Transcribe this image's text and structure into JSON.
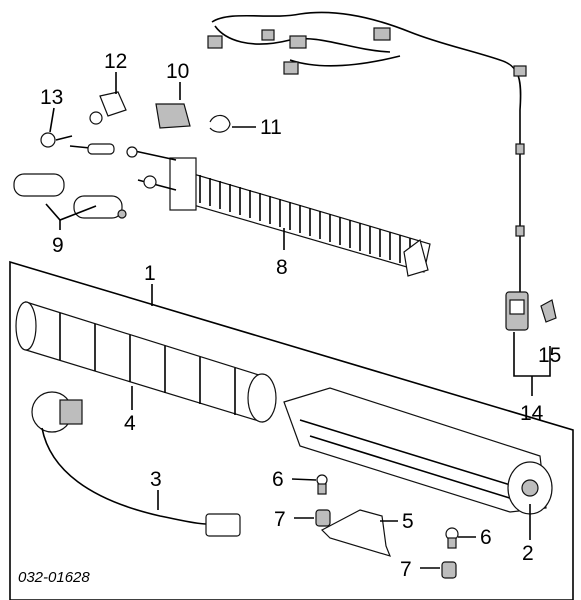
{
  "diagram": {
    "code": "032-01628",
    "callouts": [
      {
        "id": "c1",
        "text": "1"
      },
      {
        "id": "c2",
        "text": "2"
      },
      {
        "id": "c3",
        "text": "3"
      },
      {
        "id": "c4",
        "text": "4"
      },
      {
        "id": "c5",
        "text": "5"
      },
      {
        "id": "c6a",
        "text": "6"
      },
      {
        "id": "c6b",
        "text": "6"
      },
      {
        "id": "c7a",
        "text": "7"
      },
      {
        "id": "c7b",
        "text": "7"
      },
      {
        "id": "c8",
        "text": "8"
      },
      {
        "id": "c9",
        "text": "9"
      },
      {
        "id": "c10",
        "text": "10"
      },
      {
        "id": "c11",
        "text": "11"
      },
      {
        "id": "c12",
        "text": "12"
      },
      {
        "id": "c13",
        "text": "13"
      },
      {
        "id": "c14",
        "text": "14"
      },
      {
        "id": "c15",
        "text": "15"
      }
    ]
  }
}
